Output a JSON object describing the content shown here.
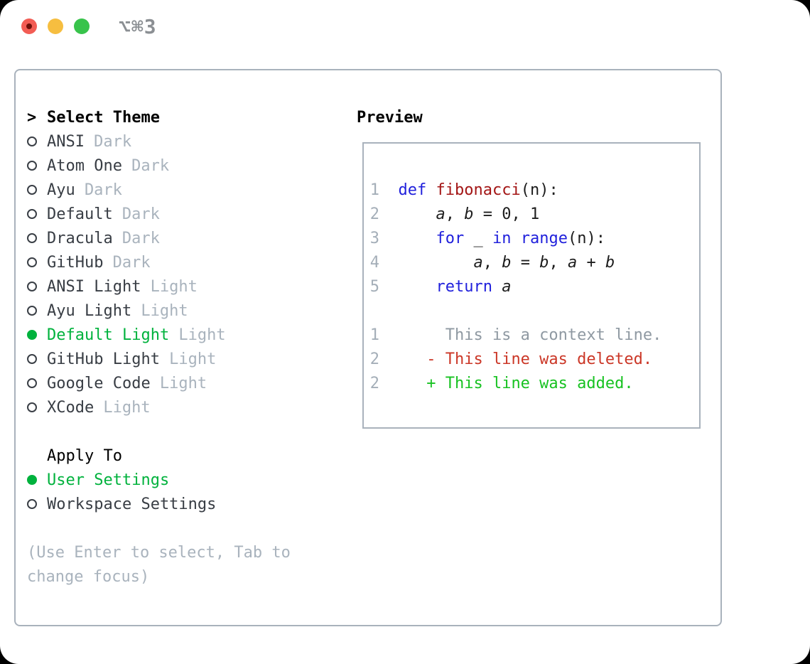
{
  "window": {
    "shortcut_label": "⌥⌘3"
  },
  "colors": {
    "green_accent": "#00b23d",
    "diff_add": "#17c221",
    "diff_del": "#cb3727",
    "keyword_blue": "#2121dc",
    "function_red": "#a31515",
    "muted_gray": "#a9b3bd",
    "text_dark": "#383d44",
    "line_number": "#a4aeb8",
    "context_gray": "#8f99a2",
    "border_gray": "#a9b2bc",
    "traffic_red": "#f25c54",
    "traffic_yellow": "#f6be40",
    "traffic_green": "#38c34b"
  },
  "theme_picker": {
    "prompt_marker": ">",
    "title": "Select Theme",
    "items": [
      {
        "name": "ANSI",
        "variant": "Dark",
        "selected": false
      },
      {
        "name": "Atom One",
        "variant": "Dark",
        "selected": false
      },
      {
        "name": "Ayu",
        "variant": "Dark",
        "selected": false
      },
      {
        "name": "Default",
        "variant": "Dark",
        "selected": false
      },
      {
        "name": "Dracula",
        "variant": "Dark",
        "selected": false
      },
      {
        "name": "GitHub",
        "variant": "Dark",
        "selected": false
      },
      {
        "name": "ANSI Light",
        "variant": "Light",
        "selected": false
      },
      {
        "name": "Ayu Light",
        "variant": "Light",
        "selected": false
      },
      {
        "name": "Default Light",
        "variant": "Light",
        "selected": true
      },
      {
        "name": "GitHub Light",
        "variant": "Light",
        "selected": false
      },
      {
        "name": "Google Code",
        "variant": "Light",
        "selected": false
      },
      {
        "name": "XCode",
        "variant": "Light",
        "selected": false
      }
    ]
  },
  "apply_to": {
    "title": "Apply To",
    "options": [
      {
        "label": "User Settings",
        "selected": true
      },
      {
        "label": "Workspace Settings",
        "selected": false
      }
    ]
  },
  "hint": {
    "line1": "(Use Enter to select, Tab to",
    "line2": "change focus)"
  },
  "preview": {
    "title": "Preview",
    "code_lines": [
      {
        "num": "1",
        "segments": [
          {
            "t": "  ",
            "c": "pl"
          },
          {
            "t": "def",
            "c": "kw"
          },
          {
            "t": " ",
            "c": "pl"
          },
          {
            "t": "fibonacci",
            "c": "fn"
          },
          {
            "t": "(n):",
            "c": "pl"
          }
        ]
      },
      {
        "num": "2",
        "segments": [
          {
            "t": "      ",
            "c": "pl"
          },
          {
            "t": "a",
            "c": "var"
          },
          {
            "t": ", ",
            "c": "pl"
          },
          {
            "t": "b",
            "c": "var"
          },
          {
            "t": " = 0, 1",
            "c": "pl"
          }
        ]
      },
      {
        "num": "3",
        "segments": [
          {
            "t": "      ",
            "c": "pl"
          },
          {
            "t": "for",
            "c": "kw"
          },
          {
            "t": " _ ",
            "c": "pl"
          },
          {
            "t": "in",
            "c": "kw"
          },
          {
            "t": " ",
            "c": "pl"
          },
          {
            "t": "range",
            "c": "kw"
          },
          {
            "t": "(n):",
            "c": "pl"
          }
        ]
      },
      {
        "num": "4",
        "segments": [
          {
            "t": "          ",
            "c": "pl"
          },
          {
            "t": "a",
            "c": "var"
          },
          {
            "t": ", ",
            "c": "pl"
          },
          {
            "t": "b",
            "c": "var"
          },
          {
            "t": " = ",
            "c": "pl"
          },
          {
            "t": "b",
            "c": "var"
          },
          {
            "t": ", ",
            "c": "pl"
          },
          {
            "t": "a",
            "c": "var"
          },
          {
            "t": " + ",
            "c": "pl"
          },
          {
            "t": "b",
            "c": "var"
          }
        ]
      },
      {
        "num": "5",
        "segments": [
          {
            "t": "      ",
            "c": "pl"
          },
          {
            "t": "return",
            "c": "kw"
          },
          {
            "t": " ",
            "c": "pl"
          },
          {
            "t": "a",
            "c": "var"
          }
        ]
      }
    ],
    "diff_lines": [
      {
        "num": "1",
        "segments": [
          {
            "t": "       This is a context line.",
            "c": "ctx"
          }
        ]
      },
      {
        "num": "2",
        "segments": [
          {
            "t": "     ",
            "c": "pl"
          },
          {
            "t": "- This line was deleted.",
            "c": "del"
          }
        ]
      },
      {
        "num": "2",
        "segments": [
          {
            "t": "     ",
            "c": "pl"
          },
          {
            "t": "+ This line was added.",
            "c": "add"
          }
        ]
      }
    ]
  }
}
